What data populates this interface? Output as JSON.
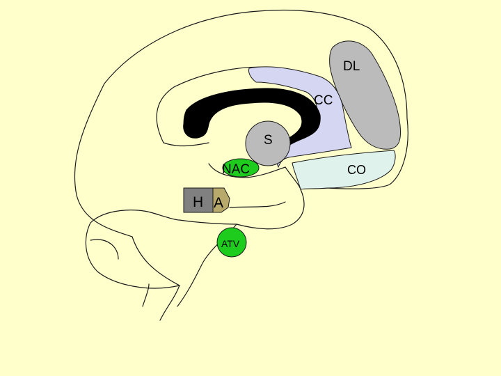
{
  "colors": {
    "background": "#ffffcc",
    "dl": "#bbbbbb",
    "cc": "#d4d6f2",
    "co": "#dff2ec",
    "s": "#bbbbbb",
    "nac": "#1ecc1e",
    "h": "#808080",
    "a": "#b8aa6a",
    "atv": "#1ecc1e",
    "corpus_callosum": "#000000"
  },
  "regions": {
    "dl": "DL",
    "cc": "CC",
    "co": "CO",
    "s": "S",
    "nac": "NAC",
    "h": "H",
    "a": "A",
    "atv": "ATV"
  }
}
